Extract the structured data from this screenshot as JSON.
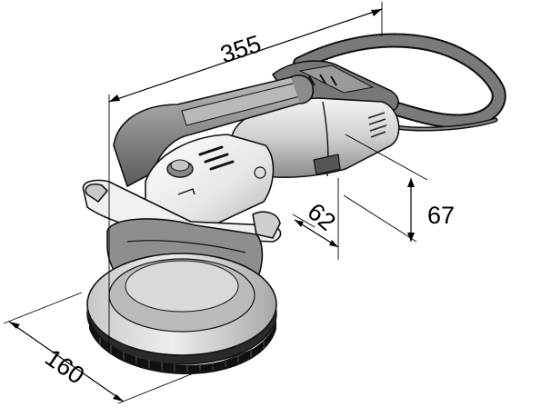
{
  "dimensions": {
    "length": "355",
    "disc_diameter": "160",
    "height": "67",
    "width": "62"
  },
  "colors": {
    "body_dark": "#6f6f6f",
    "body_mid": "#9a9a9a",
    "body_light": "#d4d4d4",
    "highlight": "#f2f2f2",
    "outline": "#111111",
    "brush": "#1a1a1a"
  },
  "icons": {
    "tool": "concrete-grinder-illustration"
  }
}
